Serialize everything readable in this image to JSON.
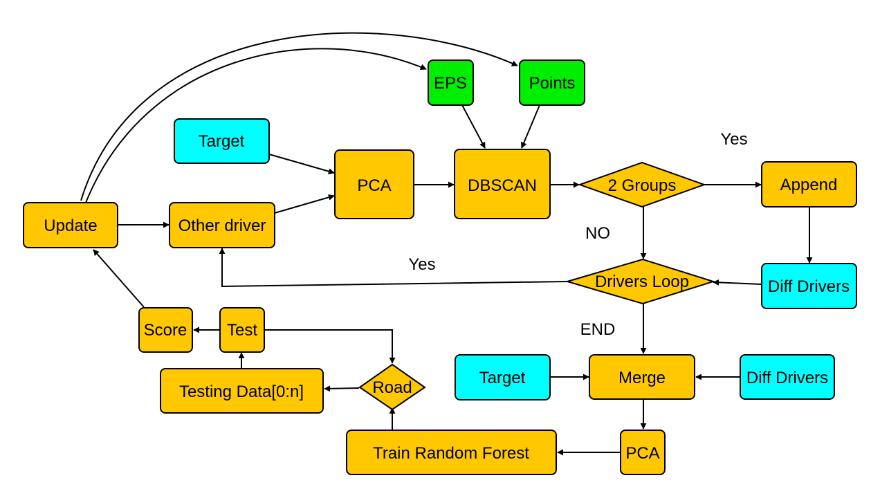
{
  "colors": {
    "process": "#FFC800",
    "param": "#00EE00",
    "input": "#00FFFF",
    "stroke": "#000000"
  },
  "nodes": {
    "update": "Update",
    "other_driver": "Other driver",
    "target_top": "Target",
    "pca_top": "PCA",
    "eps": "EPS",
    "points": "Points",
    "dbscan": "DBSCAN",
    "two_groups": "2 Groups",
    "append": "Append",
    "diff_drivers_top": "Diff Drivers",
    "drivers_loop": "Drivers Loop",
    "merge": "Merge",
    "target_bottom": "Target",
    "diff_drivers_bottom": "Diff Drivers",
    "pca_bottom": "PCA",
    "train_rf": "Train Random Forest",
    "road": "Road",
    "testing_data": "Testing Data[0:n]",
    "test": "Test",
    "score": "Score"
  },
  "edge_labels": {
    "yes_groups": "Yes",
    "no_groups": "NO",
    "yes_loop": "Yes",
    "end_loop": "END"
  }
}
